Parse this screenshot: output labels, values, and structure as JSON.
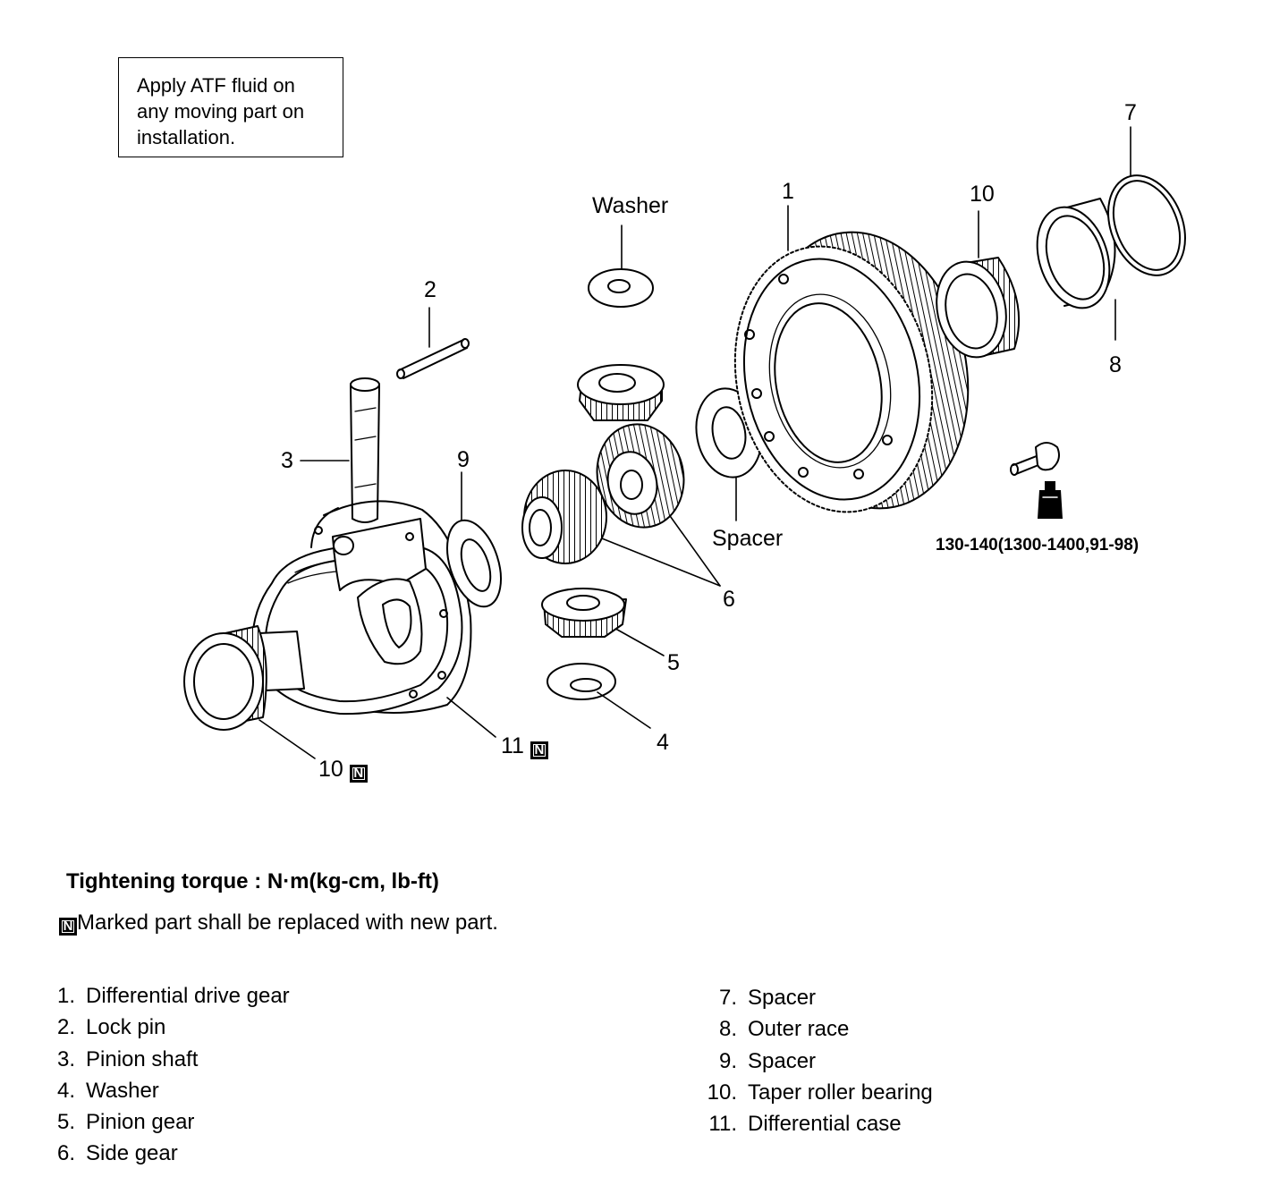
{
  "note_box": {
    "lines": [
      "Apply ATF fluid on",
      "any moving part on",
      "installation."
    ]
  },
  "callouts": {
    "c1": "1",
    "c2": "2",
    "c3": "3",
    "c4": "4",
    "c5": "5",
    "c6": "6",
    "c7": "7",
    "c8": "8",
    "c9": "9",
    "c10_top": "10",
    "c10_bottom": "10",
    "c11": "11",
    "washer": "Washer",
    "spacer": "Spacer"
  },
  "new_part_badge": "N",
  "torque_spec": "130-140(1300-1400,91-98)",
  "torque_title": "Tightening torque : N·m(kg-cm, lb-ft)",
  "replace_note": "Marked part shall be replaced with new part.",
  "legend": {
    "left": [
      {
        "num": "1.",
        "name": "Differential drive gear"
      },
      {
        "num": "2.",
        "name": "Lock pin"
      },
      {
        "num": "3.",
        "name": "Pinion shaft"
      },
      {
        "num": "4.",
        "name": "Washer"
      },
      {
        "num": "5.",
        "name": "Pinion gear"
      },
      {
        "num": "6.",
        "name": "Side gear"
      }
    ],
    "right": [
      {
        "num": "7.",
        "name": "Spacer"
      },
      {
        "num": "8.",
        "name": "Outer race"
      },
      {
        "num": "9.",
        "name": "Spacer"
      },
      {
        "num": "10.",
        "name": "Taper roller bearing"
      },
      {
        "num": "11.",
        "name": "Differential case"
      }
    ]
  }
}
